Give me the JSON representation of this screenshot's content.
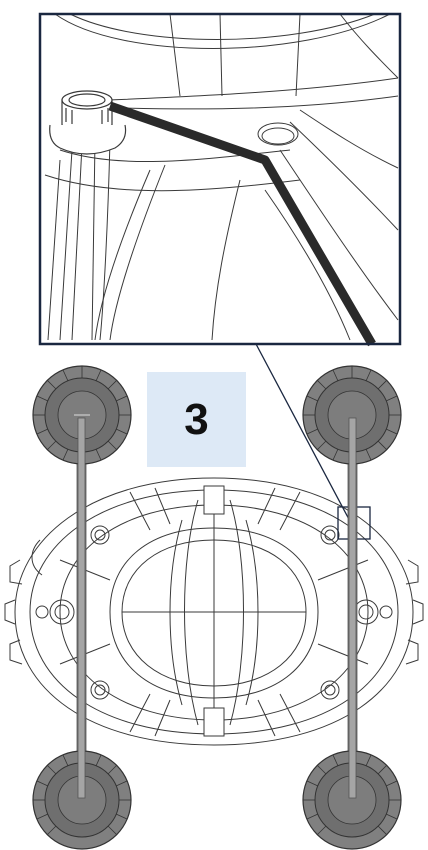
{
  "step": {
    "number": "3"
  },
  "colors": {
    "step_badge_bg": "#dde9f6",
    "frame_border": "#1a2740",
    "line_art": "#3a3a3a",
    "cord": "#2a2a2a",
    "wheel_fill": "#7a7a7a",
    "axle": "#999999",
    "background": "#ffffff"
  },
  "icons": {
    "detail_view": "magnified-detail-view",
    "cleaner": "pool-cleaner-bottom-view",
    "wheels": "wheel-icon",
    "cord": "power-cord"
  }
}
